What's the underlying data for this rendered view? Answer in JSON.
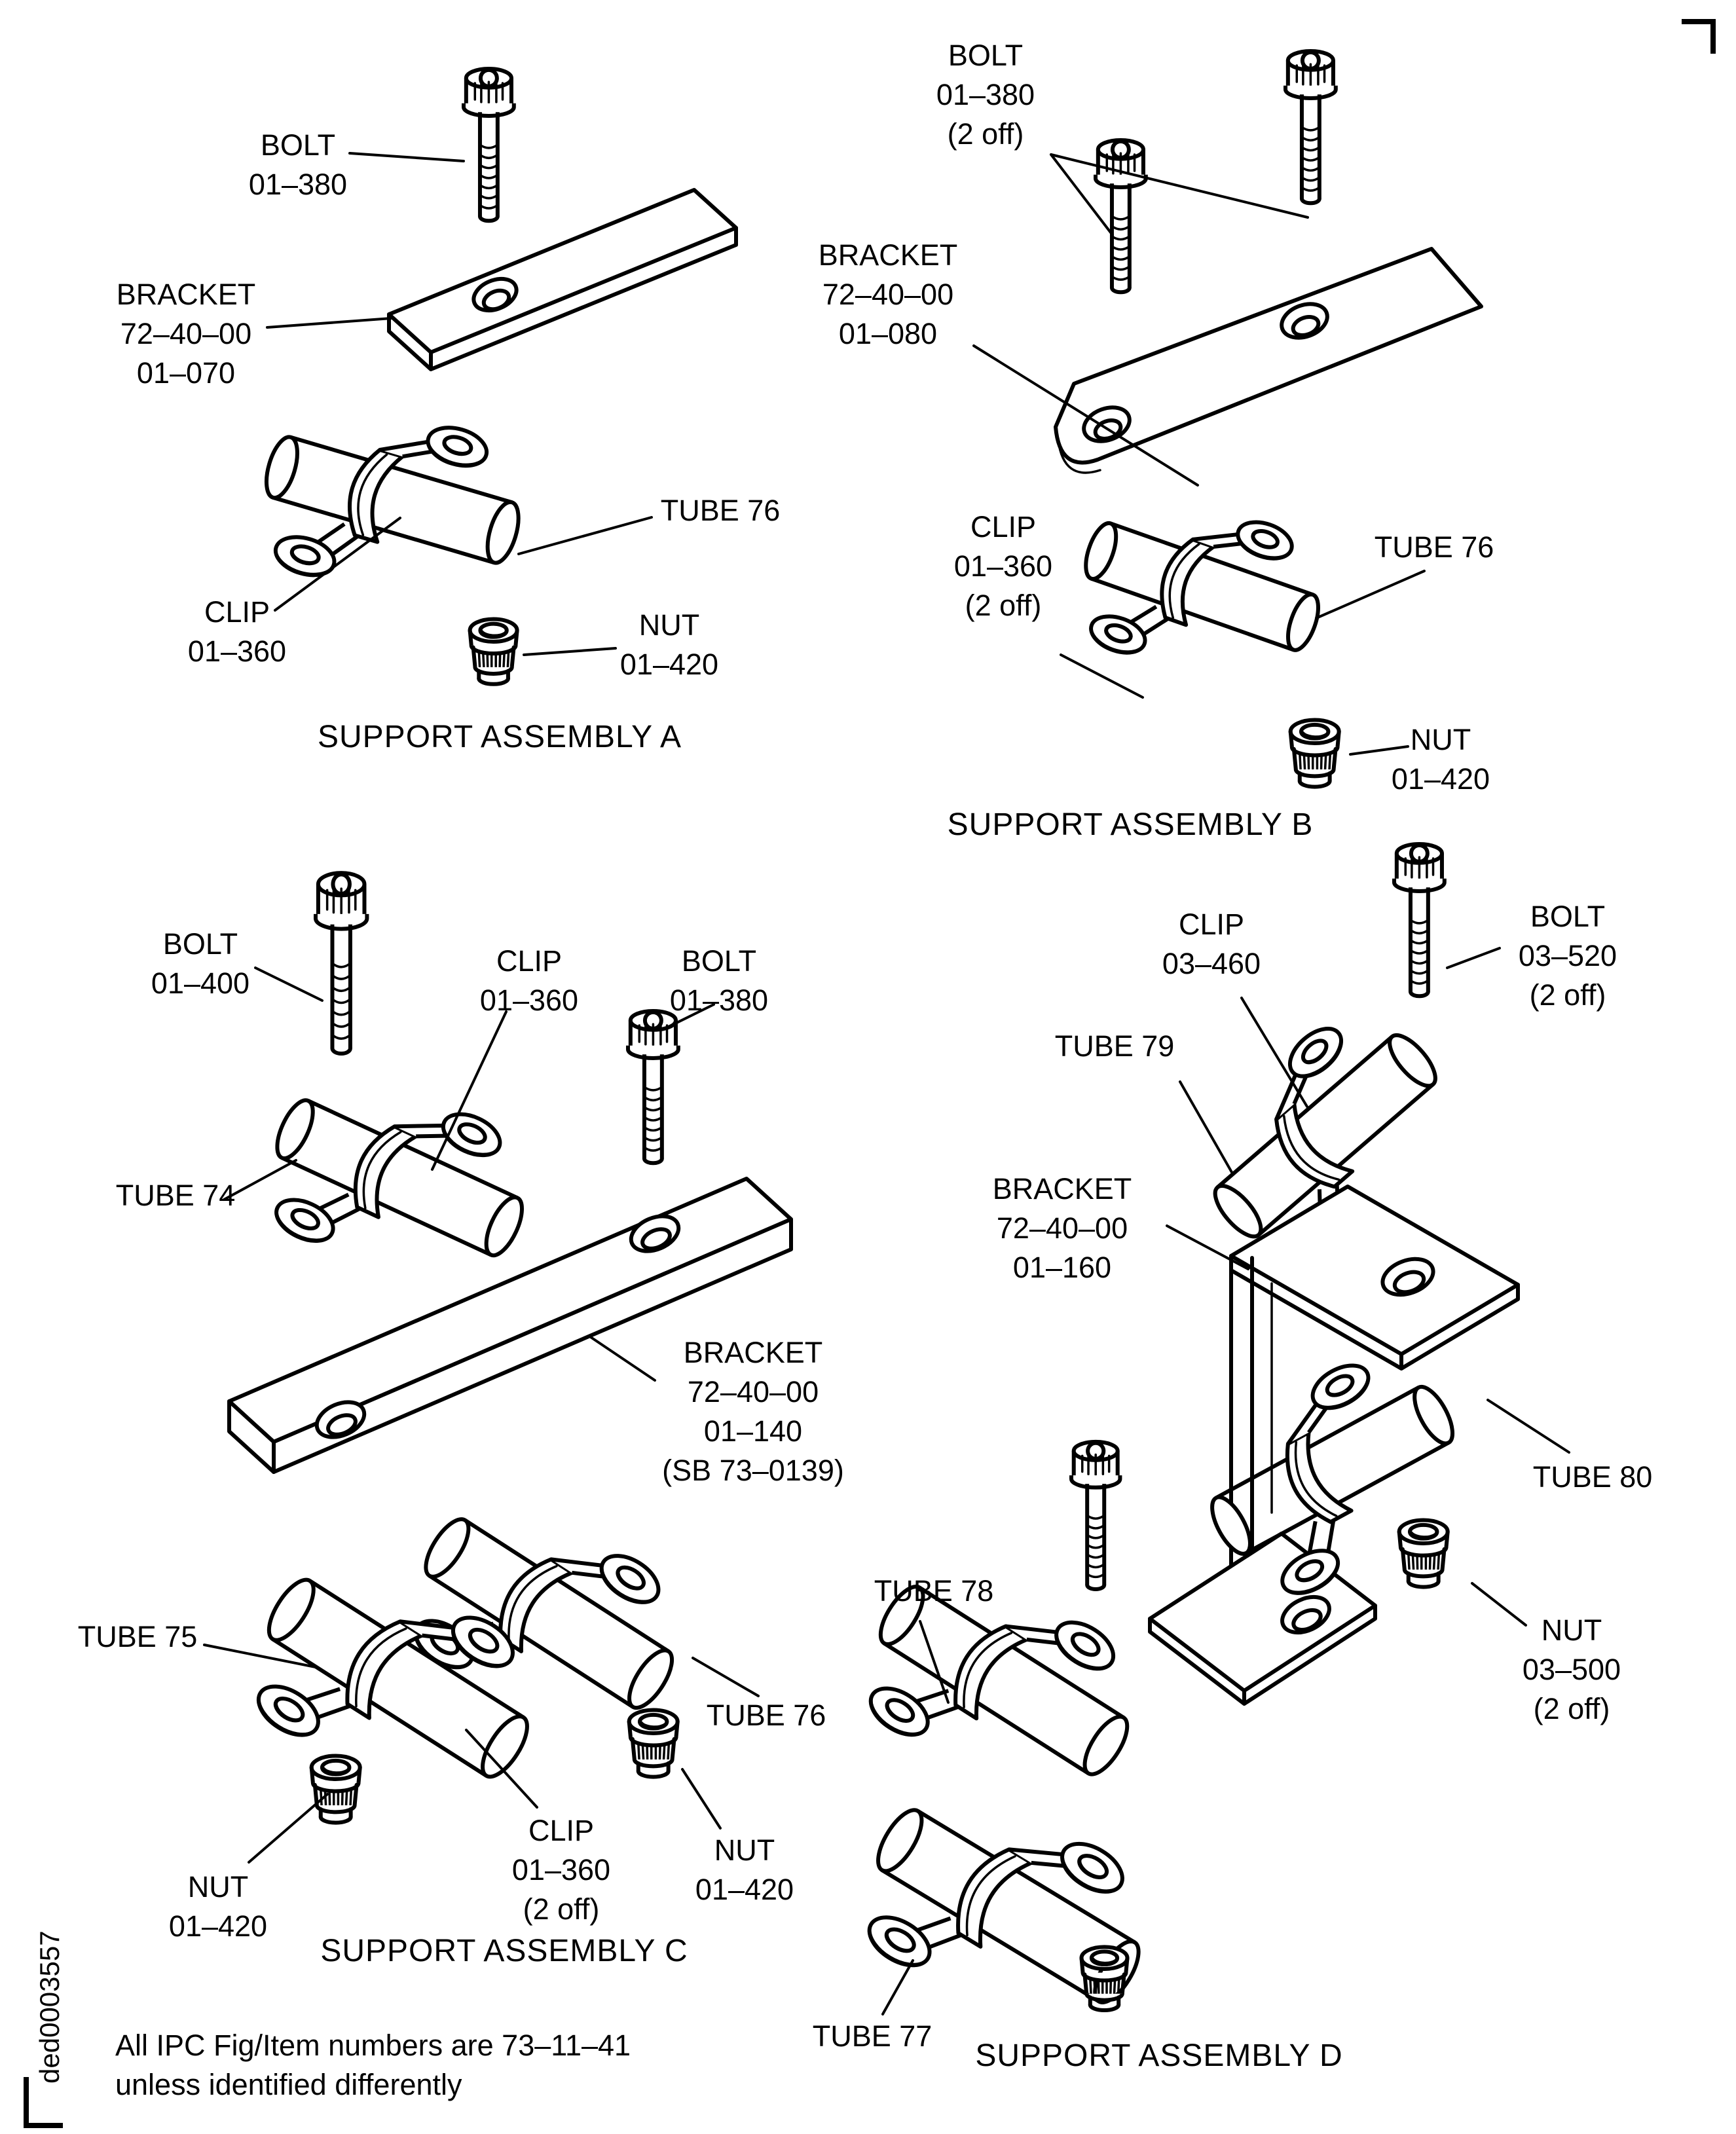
{
  "page": {
    "doc_number": "ded0003557",
    "footnote": "All IPC Fig/Item numbers are 73–11–41\nunless identified differently"
  },
  "assemblies": {
    "a": {
      "title": "SUPPORT ASSEMBLY A",
      "labels": {
        "bolt": "BOLT\n01–380",
        "bracket": "BRACKET\n72–40–00\n01–070",
        "tube76": "TUBE 76",
        "clip": "CLIP\n01–360",
        "nut": "NUT\n01–420"
      }
    },
    "b": {
      "title": "SUPPORT ASSEMBLY B",
      "labels": {
        "bolt": "BOLT\n01–380\n(2 off)",
        "bracket": "BRACKET\n72–40–00\n01–080",
        "clip": "CLIP\n01–360\n(2 off)",
        "tube76": "TUBE 76",
        "nut": "NUT\n01–420"
      }
    },
    "c": {
      "title": "SUPPORT ASSEMBLY C",
      "labels": {
        "bolt_01_400": "BOLT\n01–400",
        "clip_top": "CLIP\n01–360",
        "bolt_01_380": "BOLT\n01–380",
        "tube74": "TUBE 74",
        "bracket": "BRACKET\n72–40–00\n01–140\n(SB 73–0139)",
        "tube75": "TUBE 75",
        "tube76": "TUBE 76",
        "clip_bottom": "CLIP\n01–360\n(2 off)",
        "nut_left": "NUT\n01–420",
        "nut_right": "NUT\n01–420"
      }
    },
    "d": {
      "title": "SUPPORT ASSEMBLY D",
      "labels": {
        "clip": "CLIP\n03–460",
        "bolt": "BOLT\n03–520\n(2 off)",
        "tube79": "TUBE 79",
        "bracket": "BRACKET\n72–40–00\n01–160",
        "tube80": "TUBE 80",
        "nut": "NUT\n03–500\n(2 off)",
        "tube78": "TUBE 78",
        "tube77": "TUBE 77"
      }
    }
  }
}
